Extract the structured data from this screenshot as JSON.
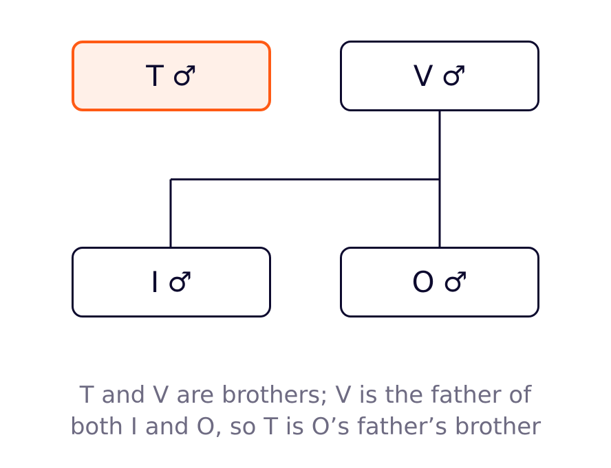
{
  "colors": {
    "ink": "#0d0a2e",
    "highlight_border": "#ff5a14",
    "highlight_fill": "#fff0e8",
    "caption": "#6e6b82"
  },
  "nodes": {
    "t": {
      "name": "T",
      "symbol": "♂",
      "highlighted": true
    },
    "v": {
      "name": "V",
      "symbol": "♂",
      "highlighted": false
    },
    "i": {
      "name": "I",
      "symbol": "♂",
      "highlighted": false
    },
    "o": {
      "name": "O",
      "symbol": "♂",
      "highlighted": false
    }
  },
  "caption": {
    "line1": "T and V are brothers; V is the father of",
    "line2": "both I and O, so T is O’s father’s brother"
  }
}
